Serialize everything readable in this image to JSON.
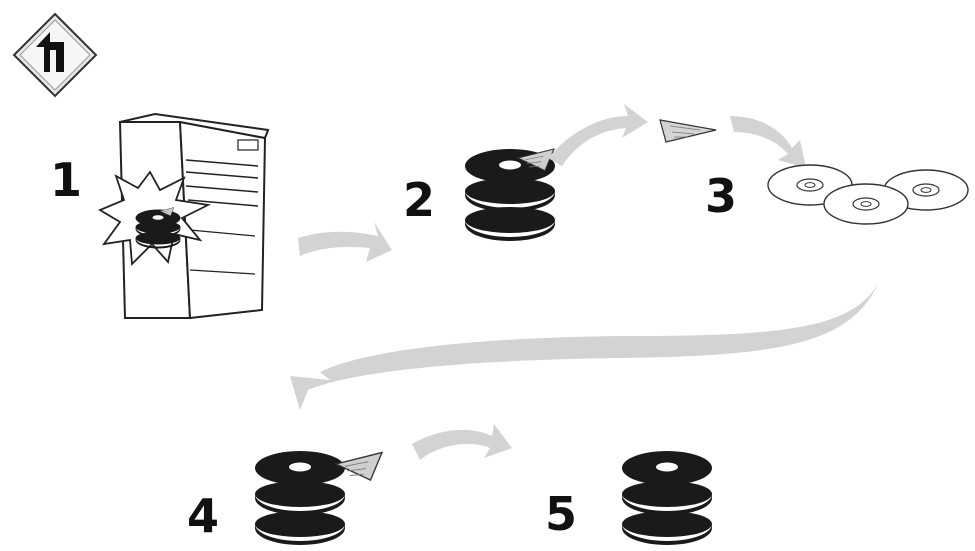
{
  "back_button": {
    "icon": "return-arrow-icon"
  },
  "steps": [
    {
      "number": "1",
      "icon": "computer-tower-with-damaged-disk-icon"
    },
    {
      "number": "2",
      "icon": "disk-stack-with-image-slice-icon"
    },
    {
      "number": "3",
      "icon": "cd-discs-icon"
    },
    {
      "number": "4",
      "icon": "disk-stack-with-image-slice-icon"
    },
    {
      "number": "5",
      "icon": "disk-stack-icon"
    }
  ],
  "colors": {
    "arrow": "#d3d3d3",
    "ink": "#111111",
    "disk": "#1a1a1a",
    "slice": "#c8c8c8",
    "bg": "#ffffff"
  }
}
